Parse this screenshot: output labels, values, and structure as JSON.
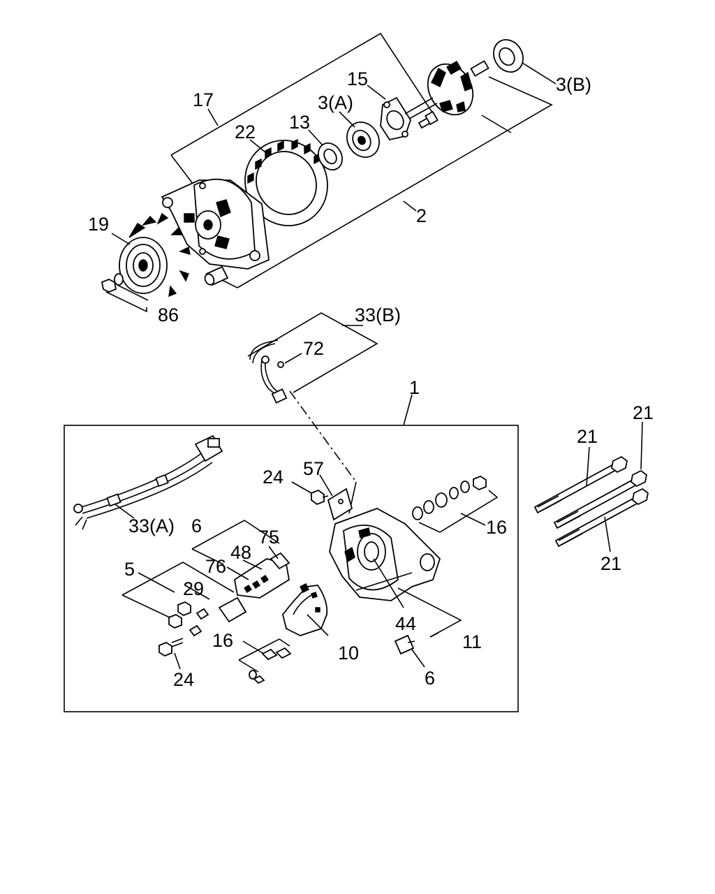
{
  "labels": {
    "p1": "1",
    "p2": "2",
    "p3a": "3(A)",
    "p3b": "3(B)",
    "p5": "5",
    "p6a": "6",
    "p6b": "6",
    "p10": "10",
    "p11": "11",
    "p13": "13",
    "p15": "15",
    "p16a": "16",
    "p16b": "16",
    "p17": "17",
    "p19": "19",
    "p21a": "21",
    "p21b": "21",
    "p21c": "21",
    "p22": "22",
    "p24a": "24",
    "p24b": "24",
    "p29": "29",
    "p33a": "33(A)",
    "p33b": "33(B)",
    "p44": "44",
    "p48": "48",
    "p57": "57",
    "p72": "72",
    "p75": "75",
    "p76": "76",
    "p86": "86"
  }
}
